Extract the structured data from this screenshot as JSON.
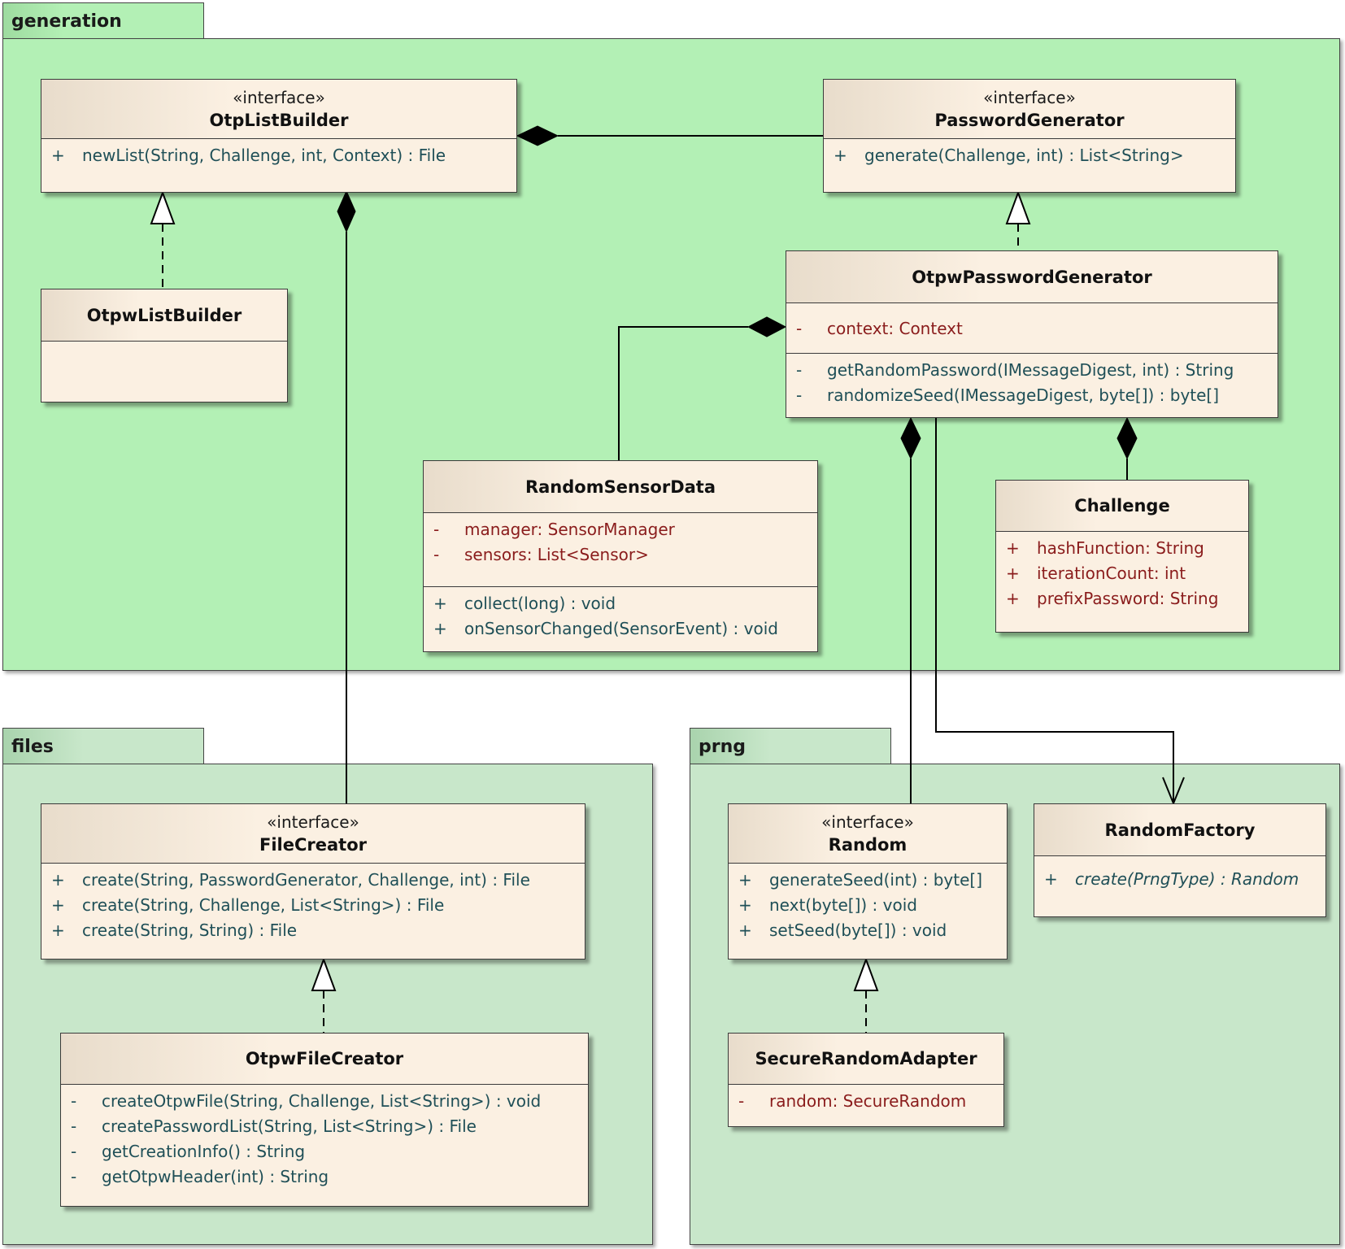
{
  "packages": {
    "generation": "generation",
    "files": "files",
    "prng": "prng"
  },
  "classes": {
    "otp_list_builder": {
      "stereotype": "«interface»",
      "name": "OtpListBuilder",
      "ops": [
        {
          "vis": "+",
          "sig": "newList(String, Challenge, int, Context) : File"
        }
      ]
    },
    "password_generator": {
      "stereotype": "«interface»",
      "name": "PasswordGenerator",
      "ops": [
        {
          "vis": "+",
          "sig": "generate(Challenge, int) : List<String>"
        }
      ]
    },
    "otpw_list_builder": {
      "name": "OtpwListBuilder"
    },
    "otpw_password_generator": {
      "name": "OtpwPasswordGenerator",
      "attrs": [
        {
          "vis": "-",
          "sig": "context:  Context"
        }
      ],
      "ops": [
        {
          "vis": "-",
          "sig": "getRandomPassword(IMessageDigest, int) : String"
        },
        {
          "vis": "-",
          "sig": "randomizeSeed(IMessageDigest, byte[]) : byte[]"
        }
      ]
    },
    "random_sensor_data": {
      "name": "RandomSensorData",
      "attrs": [
        {
          "vis": "-",
          "sig": "manager:  SensorManager"
        },
        {
          "vis": "-",
          "sig": "sensors:  List<Sensor>"
        }
      ],
      "ops": [
        {
          "vis": "+",
          "sig": "collect(long) : void"
        },
        {
          "vis": "+",
          "sig": "onSensorChanged(SensorEvent) : void"
        }
      ]
    },
    "challenge": {
      "name": "Challenge",
      "attrs": [
        {
          "vis": "+",
          "sig": "hashFunction:  String"
        },
        {
          "vis": "+",
          "sig": "iterationCount:  int"
        },
        {
          "vis": "+",
          "sig": "prefixPassword:  String"
        }
      ]
    },
    "file_creator": {
      "stereotype": "«interface»",
      "name": "FileCreator",
      "ops": [
        {
          "vis": "+",
          "sig": "create(String, PasswordGenerator, Challenge, int) : File"
        },
        {
          "vis": "+",
          "sig": "create(String, Challenge, List<String>) : File"
        },
        {
          "vis": "+",
          "sig": "create(String, String) : File"
        }
      ]
    },
    "otpw_file_creator": {
      "name": "OtpwFileCreator",
      "ops": [
        {
          "vis": "-",
          "sig": "createOtpwFile(String, Challenge, List<String>) : void"
        },
        {
          "vis": "-",
          "sig": "createPasswordList(String, List<String>) : File"
        },
        {
          "vis": "-",
          "sig": "getCreationInfo() : String"
        },
        {
          "vis": "-",
          "sig": "getOtpwHeader(int) : String"
        }
      ]
    },
    "random": {
      "stereotype": "«interface»",
      "name": "Random",
      "ops": [
        {
          "vis": "+",
          "sig": "generateSeed(int) : byte[]"
        },
        {
          "vis": "+",
          "sig": "next(byte[]) : void"
        },
        {
          "vis": "+",
          "sig": "setSeed(byte[]) : void"
        }
      ]
    },
    "random_factory": {
      "name": "RandomFactory",
      "ops": [
        {
          "vis": "+",
          "sig": "create(PrngType) : Random"
        }
      ]
    },
    "secure_random_adapter": {
      "name": "SecureRandomAdapter",
      "attrs": [
        {
          "vis": "-",
          "sig": "random:  SecureRandom"
        }
      ]
    }
  }
}
